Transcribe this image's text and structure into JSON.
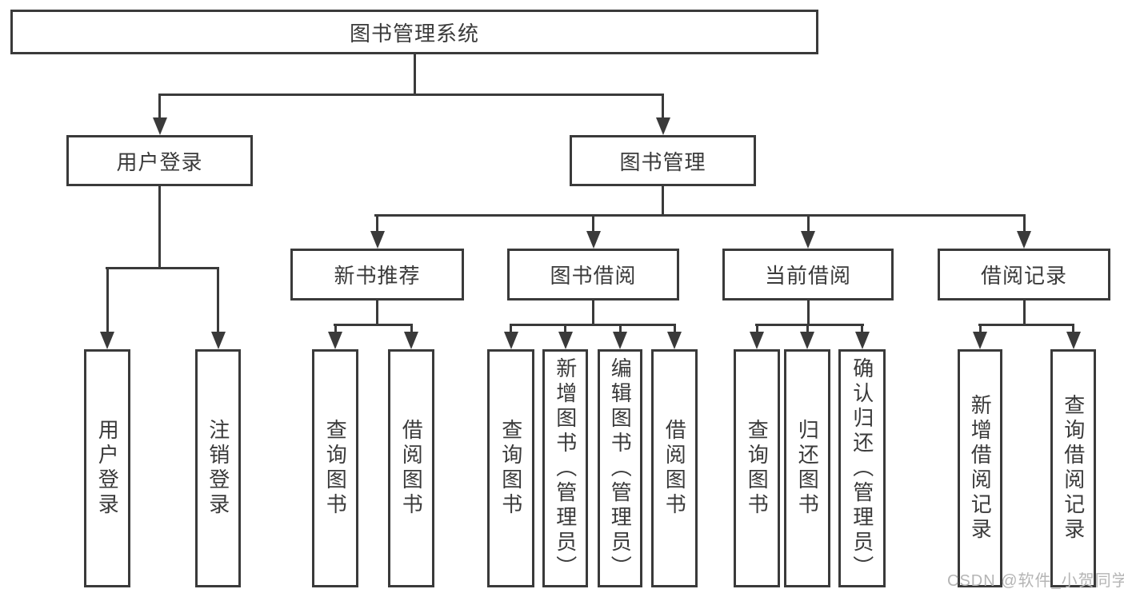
{
  "colors": {
    "line": "#3a3a3a",
    "text": "#3a3a3a",
    "box_background": "#ffffff",
    "watermark": "#b5b5b5"
  },
  "diagram": {
    "root": {
      "label": "图书管理系统"
    },
    "level2": [
      {
        "id": "user-login",
        "label": "用户登录"
      },
      {
        "id": "book-management",
        "label": "图书管理"
      }
    ],
    "level3": [
      {
        "id": "new-book-recommend",
        "label": "新书推荐",
        "parent": "图书管理"
      },
      {
        "id": "book-borrow",
        "label": "图书借阅",
        "parent": "图书管理"
      },
      {
        "id": "current-borrow",
        "label": "当前借阅",
        "parent": "图书管理"
      },
      {
        "id": "borrow-records",
        "label": "借阅记录",
        "parent": "图书管理"
      }
    ],
    "leaves": [
      {
        "label": "用户登录",
        "parent": "用户登录"
      },
      {
        "label": "注销登录",
        "parent": "用户登录"
      },
      {
        "label": "查询图书",
        "parent": "新书推荐"
      },
      {
        "label": "借阅图书",
        "parent": "新书推荐"
      },
      {
        "label": "查询图书",
        "parent": "图书借阅"
      },
      {
        "label": "新增图书（管理员）",
        "parent": "图书借阅"
      },
      {
        "label": "编辑图书（管理员）",
        "parent": "图书借阅"
      },
      {
        "label": "借阅图书",
        "parent": "图书借阅"
      },
      {
        "label": "查询图书",
        "parent": "当前借阅"
      },
      {
        "label": "归还图书",
        "parent": "当前借阅"
      },
      {
        "label": "确认归还（管理员）",
        "parent": "当前借阅"
      },
      {
        "label": "新增借阅记录",
        "parent": "借阅记录"
      },
      {
        "label": "查询借阅记录",
        "parent": "借阅记录"
      }
    ]
  },
  "watermark": {
    "text": "CSDN @软件_小贺同学"
  }
}
